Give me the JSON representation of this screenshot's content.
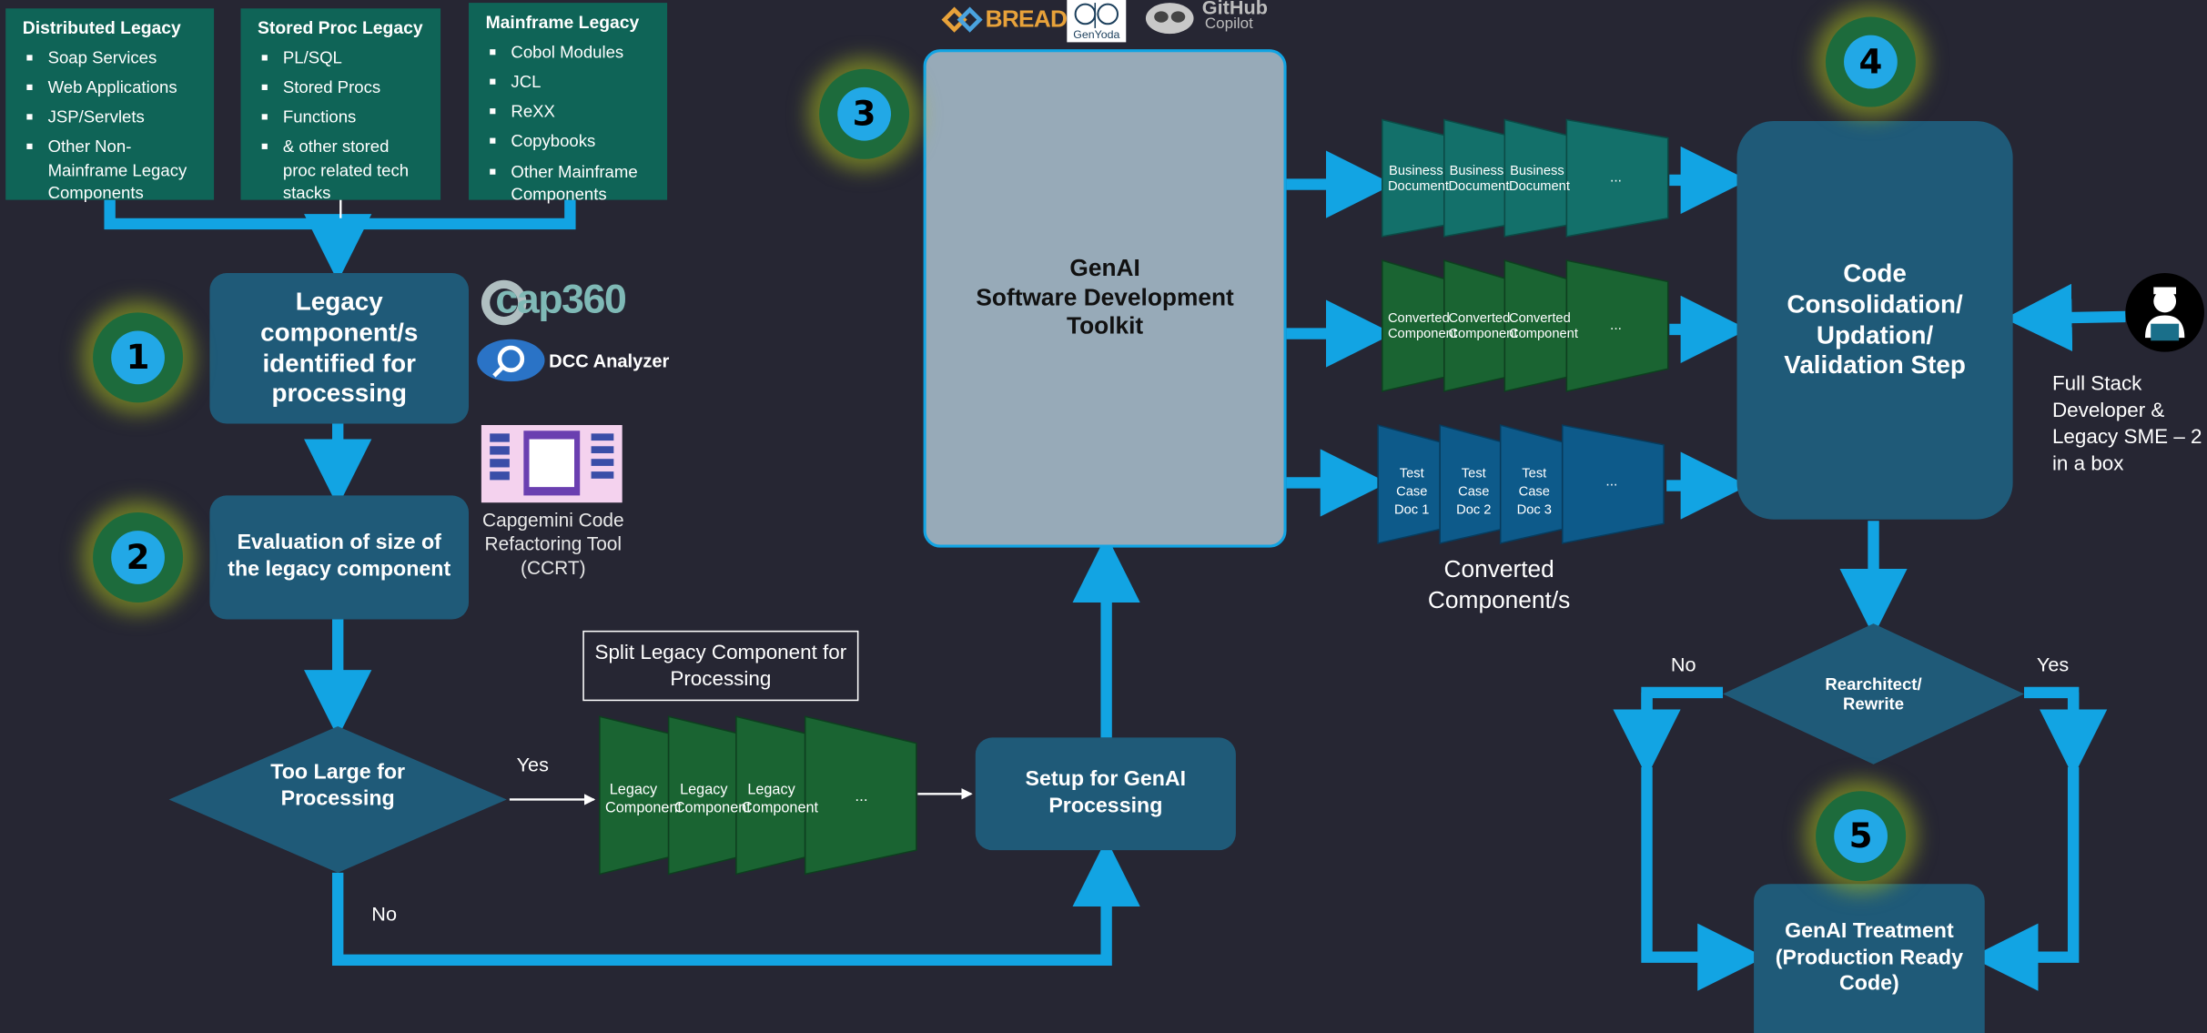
{
  "legacy_sources": [
    {
      "title": "Distributed Legacy",
      "items": [
        "Soap Services",
        "Web Applications",
        "JSP/Servlets",
        "Other Non-Mainframe Legacy Components"
      ]
    },
    {
      "title": "Stored Proc Legacy",
      "items": [
        "PL/SQL",
        "Stored Procs",
        "Functions",
        "& other stored proc related tech stacks"
      ]
    },
    {
      "title": "Mainframe Legacy",
      "items": [
        "Cobol Modules",
        "JCL",
        "ReXX",
        "Copybooks",
        "Other Mainframe Components"
      ]
    }
  ],
  "steps": {
    "identify": "Legacy component/s identified for processing",
    "evaluate": "Evaluation of size of the legacy component",
    "too_large": "Too Large for Processing",
    "setup": "Setup for GenAI Processing",
    "toolkit_line1": "GenAI",
    "toolkit_line2": "Software Development",
    "toolkit_line3": "Toolkit",
    "consolidate": "Code Consolidation/ Updation/ Validation Step",
    "rearchitect": "Rearchitect/ Rewrite",
    "treatment": "GenAI Treatment (Production Ready Code)"
  },
  "badges": [
    "1",
    "2",
    "3",
    "4",
    "5"
  ],
  "tools": {
    "cap360": "cap360",
    "dcc": "DCC Analyzer",
    "ccrt": "Capgemini Code Refactoring Tool (CCRT)",
    "bread": "BREAD",
    "genyoda": "GenYoda",
    "github": "GitHub",
    "copilot": "Copilot"
  },
  "labels": {
    "yes": "Yes",
    "no": "No",
    "split": "Split Legacy Component for Processing",
    "converted": "Converted Component/s",
    "sme": "Full Stack Developer & Legacy SME – 2 in a box",
    "ellipsis": "..."
  },
  "stacks": {
    "legacy": [
      "Legacy Component",
      "Legacy Component",
      "Legacy Component"
    ],
    "business": [
      "Business Document",
      "Business Document",
      "Business Document"
    ],
    "converted": [
      "Converted Component",
      "Converted Component",
      "Converted Component"
    ],
    "testcase": [
      "Test Case Doc 1",
      "Test Case Doc 2",
      "Test Case Doc 3"
    ]
  },
  "colors": {
    "background": "#262633",
    "arrow": "#12a4e3",
    "process_box": "#1f5a78",
    "legacy_box": "#0f6457",
    "toolkit": "#97aab8",
    "stack_green": "#1a6432",
    "stack_teal": "#13706a",
    "stack_blue": "#0d5a8a",
    "badge_number": "#22a8e6"
  }
}
